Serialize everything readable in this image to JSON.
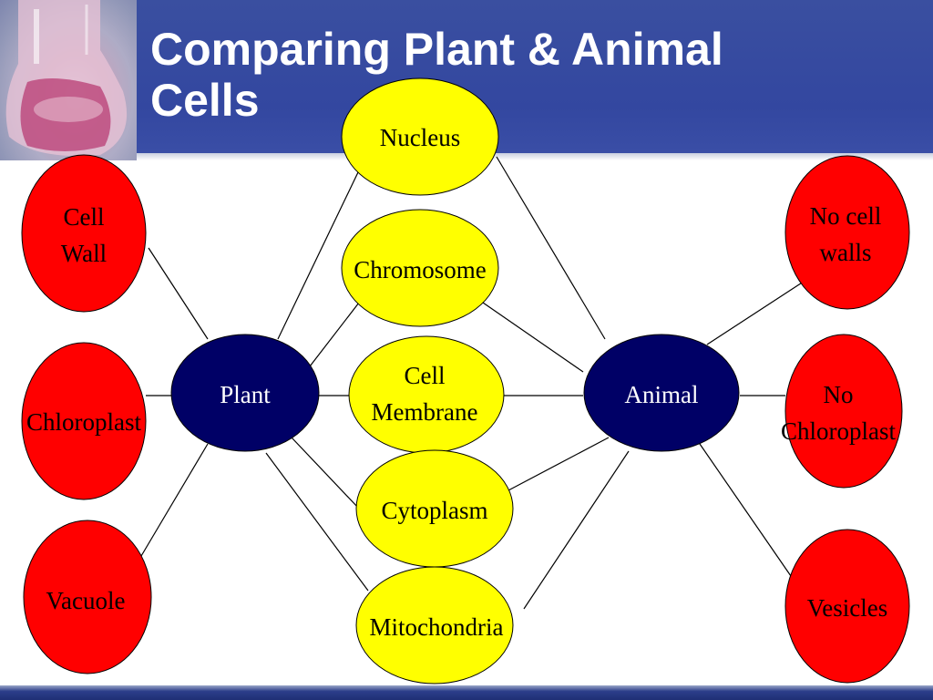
{
  "slide": {
    "title": "Comparing Plant & Animal Cells"
  },
  "colors": {
    "header": "#3b4ea3",
    "plant_trait": "#ff0000",
    "shared_trait": "#ffff00",
    "center_node": "#000066",
    "connector": "#000000"
  },
  "diagram": {
    "centers": {
      "plant": {
        "label": "Plant"
      },
      "animal": {
        "label": "Animal"
      }
    },
    "plant_only": [
      {
        "lines": [
          "Cell",
          "Wall"
        ]
      },
      {
        "lines": [
          "Chloroplast"
        ]
      },
      {
        "lines": [
          "Vacuole"
        ]
      }
    ],
    "shared": [
      {
        "lines": [
          "Nucleus"
        ]
      },
      {
        "lines": [
          "Chromosome"
        ]
      },
      {
        "lines": [
          "Cell",
          "Membrane"
        ]
      },
      {
        "lines": [
          "Cytoplasm"
        ]
      },
      {
        "lines": [
          "Mitochondria"
        ]
      }
    ],
    "animal_only": [
      {
        "lines": [
          "No cell",
          "walls"
        ]
      },
      {
        "lines": [
          "No",
          "Chloroplast"
        ]
      },
      {
        "lines": [
          "Vesicles"
        ]
      }
    ]
  }
}
